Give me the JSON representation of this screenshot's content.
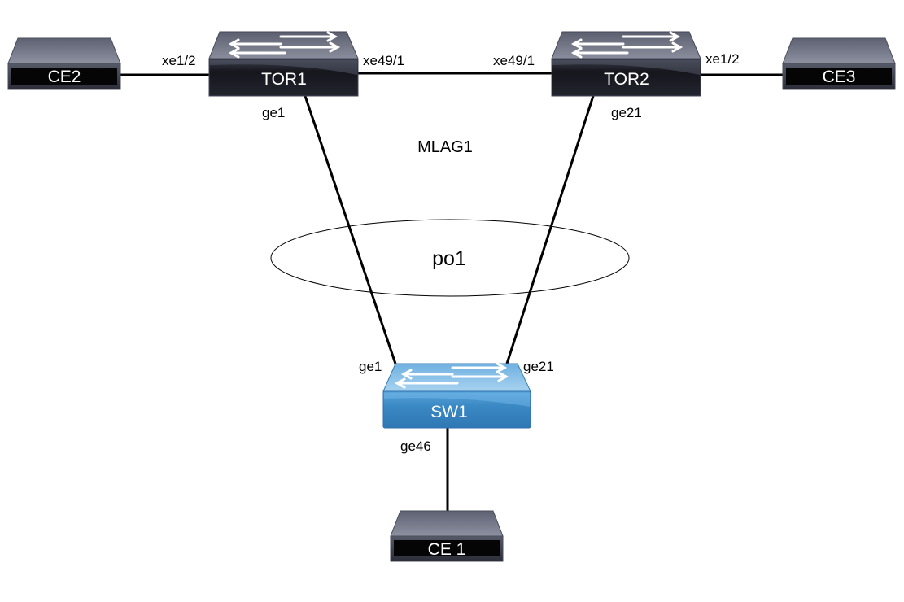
{
  "diagram": {
    "title_label": "MLAG1",
    "port_channel_label": "po1",
    "colors": {
      "link": "#000000",
      "router_top": "#6e7282",
      "router_front": "#14151b",
      "switch_top": "#8fc3e8",
      "switch_front": "#3d8cc8",
      "device_text": "#ffffff"
    },
    "devices": {
      "ce2": {
        "label": "CE2",
        "type": "host"
      },
      "tor1": {
        "label": "TOR1",
        "type": "router-switch"
      },
      "tor2": {
        "label": "TOR2",
        "type": "router-switch"
      },
      "ce3": {
        "label": "CE3",
        "type": "host"
      },
      "sw1": {
        "label": "SW1",
        "type": "access-switch"
      },
      "ce1": {
        "label": "CE 1",
        "type": "host"
      }
    },
    "links": [
      {
        "id": "ce2-tor1",
        "from": "CE2",
        "to": "TOR1",
        "to_port": "xe1/2"
      },
      {
        "id": "tor1-tor2",
        "from": "TOR1",
        "to": "TOR2",
        "from_port": "xe49/1",
        "to_port": "xe49/1"
      },
      {
        "id": "tor2-ce3",
        "from": "TOR2",
        "to": "CE3",
        "from_port": "xe1/2"
      },
      {
        "id": "tor1-sw1",
        "from": "TOR1",
        "to": "SW1",
        "from_port": "ge1",
        "to_port": "ge1"
      },
      {
        "id": "tor2-sw1",
        "from": "TOR2",
        "to": "SW1",
        "from_port": "ge21",
        "to_port": "ge21"
      },
      {
        "id": "sw1-ce1",
        "from": "SW1",
        "to": "CE 1",
        "from_port": "ge46"
      }
    ]
  }
}
